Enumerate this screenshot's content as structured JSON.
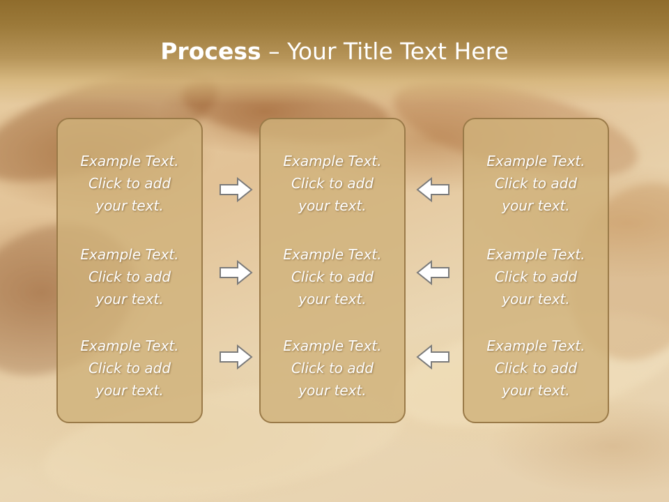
{
  "title": {
    "bold": "Process",
    "rest": " – Your Title Text Here"
  },
  "columns": [
    {
      "blocks": [
        {
          "line1": "Example Text.",
          "line2": "Click  to add",
          "line3": "your text."
        },
        {
          "line1": "Example Text.",
          "line2": "Click  to add",
          "line3": "your text."
        },
        {
          "line1": "Example Text.",
          "line2": "Click  to add",
          "line3": "your text."
        }
      ]
    },
    {
      "blocks": [
        {
          "line1": "Example Text.",
          "line2": "Click  to add",
          "line3": "your text."
        },
        {
          "line1": "Example Text.",
          "line2": "Click  to add",
          "line3": "your text."
        },
        {
          "line1": "Example Text.",
          "line2": "Click  to add",
          "line3": "your text."
        }
      ]
    },
    {
      "blocks": [
        {
          "line1": "Example Text.",
          "line2": "Click  to add",
          "line3": "your text."
        },
        {
          "line1": "Example Text.",
          "line2": "Click  to add",
          "line3": "your text."
        },
        {
          "line1": "Example Text.",
          "line2": "Click  to add",
          "line3": "your text."
        }
      ]
    }
  ],
  "arrows": {
    "left_group_direction": "right",
    "right_group_direction": "left",
    "fill_color": "#ffffff",
    "stroke_color": "#7a7a7a"
  },
  "colors": {
    "header_top": "#8f6c2c",
    "box_fill": "#d0b27a",
    "box_border": "#9a7a48",
    "text": "#ffffff"
  }
}
